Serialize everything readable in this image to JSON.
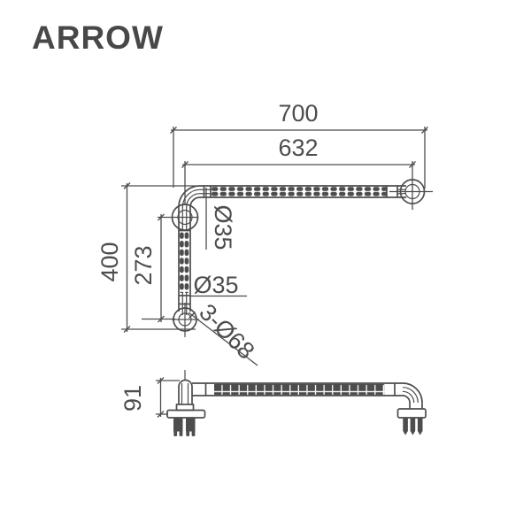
{
  "brand": {
    "logo": "ARROW"
  },
  "colors": {
    "line": "#4d4d4d",
    "background": "#ffffff",
    "knurl_fill": "#4d4d4d"
  },
  "drawing": {
    "kind": "L-shaped grab bar, 2 orthographic views (front and side)",
    "dimensions": {
      "overall_width": "700",
      "center_width": "632",
      "overall_height": "400",
      "center_height": "273",
      "tube_diameter_top": "Ø35",
      "tube_diameter_side": "Ø35",
      "flange_holes": "3-Ø68",
      "mount_height": "91"
    }
  }
}
